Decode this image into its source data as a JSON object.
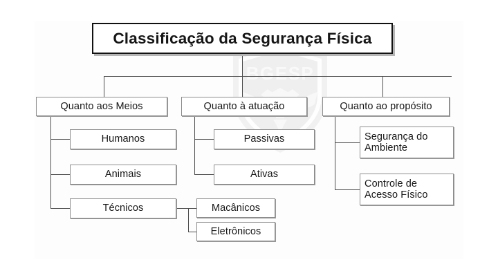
{
  "diagram": {
    "type": "hierarchy-tree",
    "title": "Classificação da Segurança Física",
    "watermark_text": "BGESP",
    "colors": {
      "page_background": "#ffffff",
      "panel_background": "#fdfdfd",
      "box_background": "#ffffff",
      "box_border": "#8c8c8c",
      "title_border": "#111111",
      "connector": "#4c4c4c",
      "text": "#161616",
      "watermark": "#e8e8e8"
    },
    "root": {
      "label": "Classificação da Segurança Física"
    },
    "branches": [
      {
        "label": "Quanto aos Meios",
        "children": [
          {
            "label": "Humanos"
          },
          {
            "label": "Animais"
          },
          {
            "label": "Técnicos",
            "children": [
              {
                "label": "Macânicos"
              },
              {
                "label": "Eletrônicos"
              }
            ]
          }
        ]
      },
      {
        "label": "Quanto à atuação",
        "children": [
          {
            "label": "Passivas"
          },
          {
            "label": "Ativas"
          }
        ]
      },
      {
        "label": "Quanto ao propósito",
        "children": [
          {
            "label": "Segurança do\nAmbiente"
          },
          {
            "label": "Controle de\nAcesso Físico"
          }
        ]
      }
    ]
  }
}
